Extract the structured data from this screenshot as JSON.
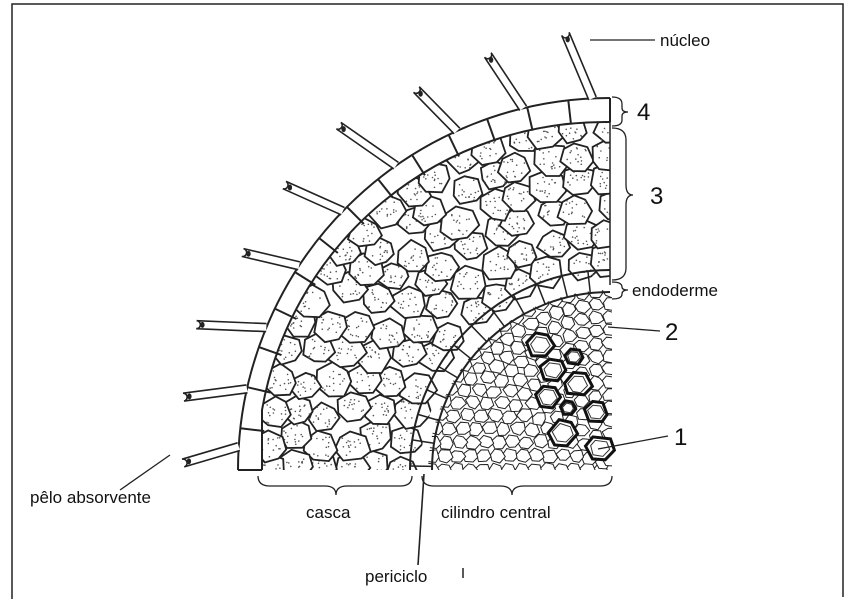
{
  "labels": {
    "nucleo": "núcleo",
    "n4": "4",
    "n3": "3",
    "endoderme": "endoderme",
    "n2": "2",
    "n1": "1",
    "pelo": "pêlo absorvente",
    "casca": "casca",
    "cilindro": "cilindro central",
    "periciclo": "periciclo"
  },
  "colors": {
    "ink": "#111111",
    "border": "#222222",
    "background": "#ffffff"
  }
}
